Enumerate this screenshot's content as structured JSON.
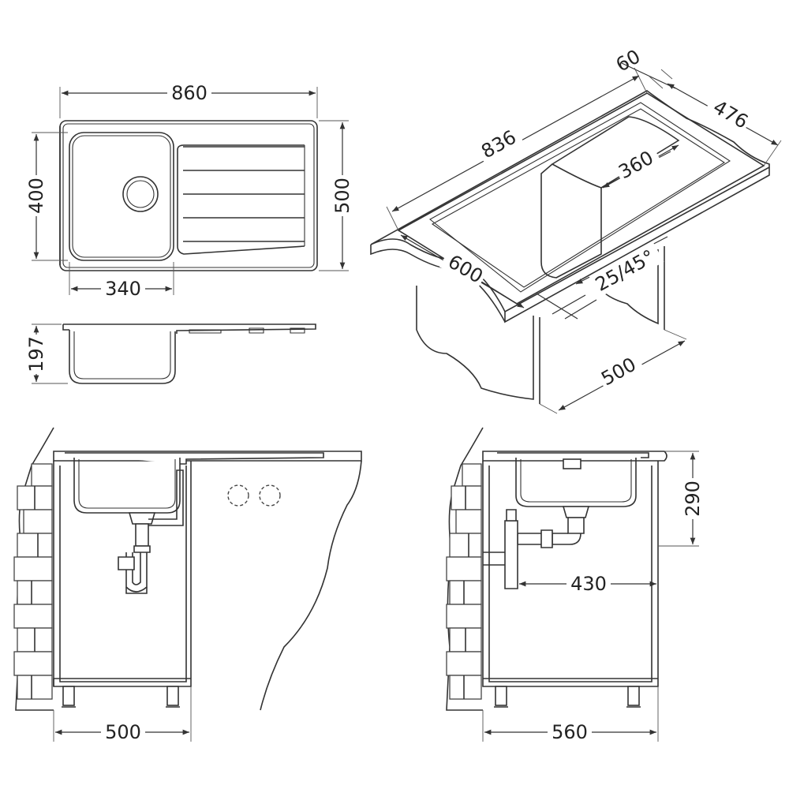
{
  "dimensions": {
    "top_width": "860",
    "top_height": "500",
    "bowl_height": "400",
    "bowl_width": "340",
    "side_depth": "197",
    "iso_length": "836",
    "iso_edge": "60",
    "iso_depth": "476",
    "iso_bowl": "360",
    "iso_front": "600",
    "iso_angle": "25/45°",
    "iso_cabinet": "500",
    "front_cabinet": "500",
    "side_cabinet": "560",
    "side_height": "290",
    "side_drain": "430"
  },
  "colors": {
    "line": "#333333",
    "background": "#ffffff"
  }
}
